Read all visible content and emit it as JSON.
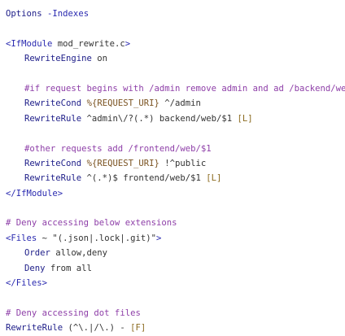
{
  "lines": [
    {
      "id": "l1",
      "indent": false,
      "parts": [
        {
          "t": "Options",
          "c": "kw"
        },
        {
          "t": " ",
          "c": "plain"
        },
        {
          "t": "-Indexes",
          "c": "tag"
        }
      ]
    },
    {
      "id": "l2",
      "indent": false,
      "parts": []
    },
    {
      "id": "l3",
      "indent": false,
      "parts": [
        {
          "t": "<IfModule",
          "c": "tag"
        },
        {
          "t": " mod_rewrite.c",
          "c": "plain"
        },
        {
          "t": ">",
          "c": "tag"
        }
      ]
    },
    {
      "id": "l4",
      "indent": true,
      "parts": [
        {
          "t": "RewriteEngine",
          "c": "kw"
        },
        {
          "t": " on",
          "c": "plain"
        }
      ]
    },
    {
      "id": "l5",
      "indent": false,
      "parts": []
    },
    {
      "id": "l6",
      "indent": true,
      "parts": [
        {
          "t": "#if request begins with /admin remove admin and ad /backend/web/",
          "c": "comment"
        }
      ]
    },
    {
      "id": "l7",
      "indent": true,
      "parts": [
        {
          "t": "RewriteCond",
          "c": "kw"
        },
        {
          "t": " ",
          "c": "plain"
        },
        {
          "t": "%{REQUEST_URI}",
          "c": "var"
        },
        {
          "t": " ^/admin",
          "c": "plain"
        }
      ]
    },
    {
      "id": "l8",
      "indent": true,
      "parts": [
        {
          "t": "RewriteRule",
          "c": "kw"
        },
        {
          "t": " ^admin\\/?(.*) backend/web/$1 ",
          "c": "plain"
        },
        {
          "t": "[L]",
          "c": "flag"
        }
      ]
    },
    {
      "id": "l9",
      "indent": false,
      "parts": []
    },
    {
      "id": "l10",
      "indent": true,
      "parts": [
        {
          "t": "#other requests add /frontend/web/$1",
          "c": "comment"
        }
      ]
    },
    {
      "id": "l11",
      "indent": true,
      "parts": [
        {
          "t": "RewriteCond",
          "c": "kw"
        },
        {
          "t": " ",
          "c": "plain"
        },
        {
          "t": "%{REQUEST_URI}",
          "c": "var"
        },
        {
          "t": " !^public",
          "c": "plain"
        }
      ]
    },
    {
      "id": "l12",
      "indent": true,
      "parts": [
        {
          "t": "RewriteRule",
          "c": "kw"
        },
        {
          "t": " ^(.*)$ frontend/web/$1 ",
          "c": "plain"
        },
        {
          "t": "[L]",
          "c": "flag"
        }
      ]
    },
    {
      "id": "l13",
      "indent": false,
      "parts": [
        {
          "t": "</IfModule>",
          "c": "tag"
        }
      ]
    },
    {
      "id": "l14",
      "indent": false,
      "parts": []
    },
    {
      "id": "l15",
      "indent": false,
      "parts": [
        {
          "t": "# Deny accessing below extensions",
          "c": "comment"
        }
      ]
    },
    {
      "id": "l16",
      "indent": false,
      "parts": [
        {
          "t": "<Files",
          "c": "tag"
        },
        {
          "t": " ~ \"(.json|.lock|.git)\"",
          "c": "plain"
        },
        {
          "t": ">",
          "c": "tag"
        }
      ]
    },
    {
      "id": "l17",
      "indent": true,
      "parts": [
        {
          "t": "Order",
          "c": "kw"
        },
        {
          "t": " allow,deny",
          "c": "plain"
        }
      ]
    },
    {
      "id": "l18",
      "indent": true,
      "parts": [
        {
          "t": "Deny",
          "c": "kw"
        },
        {
          "t": " from all",
          "c": "plain"
        }
      ]
    },
    {
      "id": "l19",
      "indent": false,
      "parts": [
        {
          "t": "</Files>",
          "c": "tag"
        }
      ]
    },
    {
      "id": "l20",
      "indent": false,
      "parts": []
    },
    {
      "id": "l21",
      "indent": false,
      "parts": [
        {
          "t": "# Deny accessing dot files",
          "c": "comment"
        }
      ]
    },
    {
      "id": "l22",
      "indent": false,
      "parts": [
        {
          "t": "RewriteRule",
          "c": "kw"
        },
        {
          "t": " (^\\.|/\\.) - ",
          "c": "plain"
        },
        {
          "t": "[F]",
          "c": "flag"
        }
      ]
    }
  ]
}
